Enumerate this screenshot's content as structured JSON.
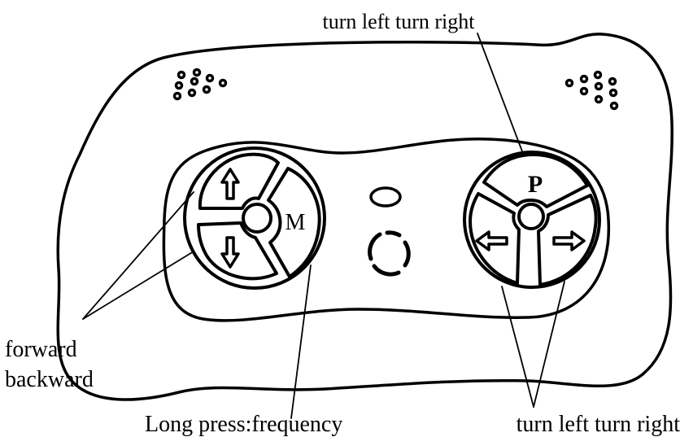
{
  "labels": {
    "top_right": "turn left turn right",
    "bottom_right": "turn left turn right",
    "forward": "forward",
    "backward": "backward",
    "long_press": "Long press:frequency"
  },
  "buttons": {
    "mode": "M",
    "park": "P"
  },
  "icons": {
    "forward": "arrow-up-icon",
    "backward": "arrow-down-icon",
    "left": "arrow-left-icon",
    "right": "arrow-right-icon"
  },
  "colors": {
    "stroke": "#000000",
    "background": "#ffffff"
  }
}
